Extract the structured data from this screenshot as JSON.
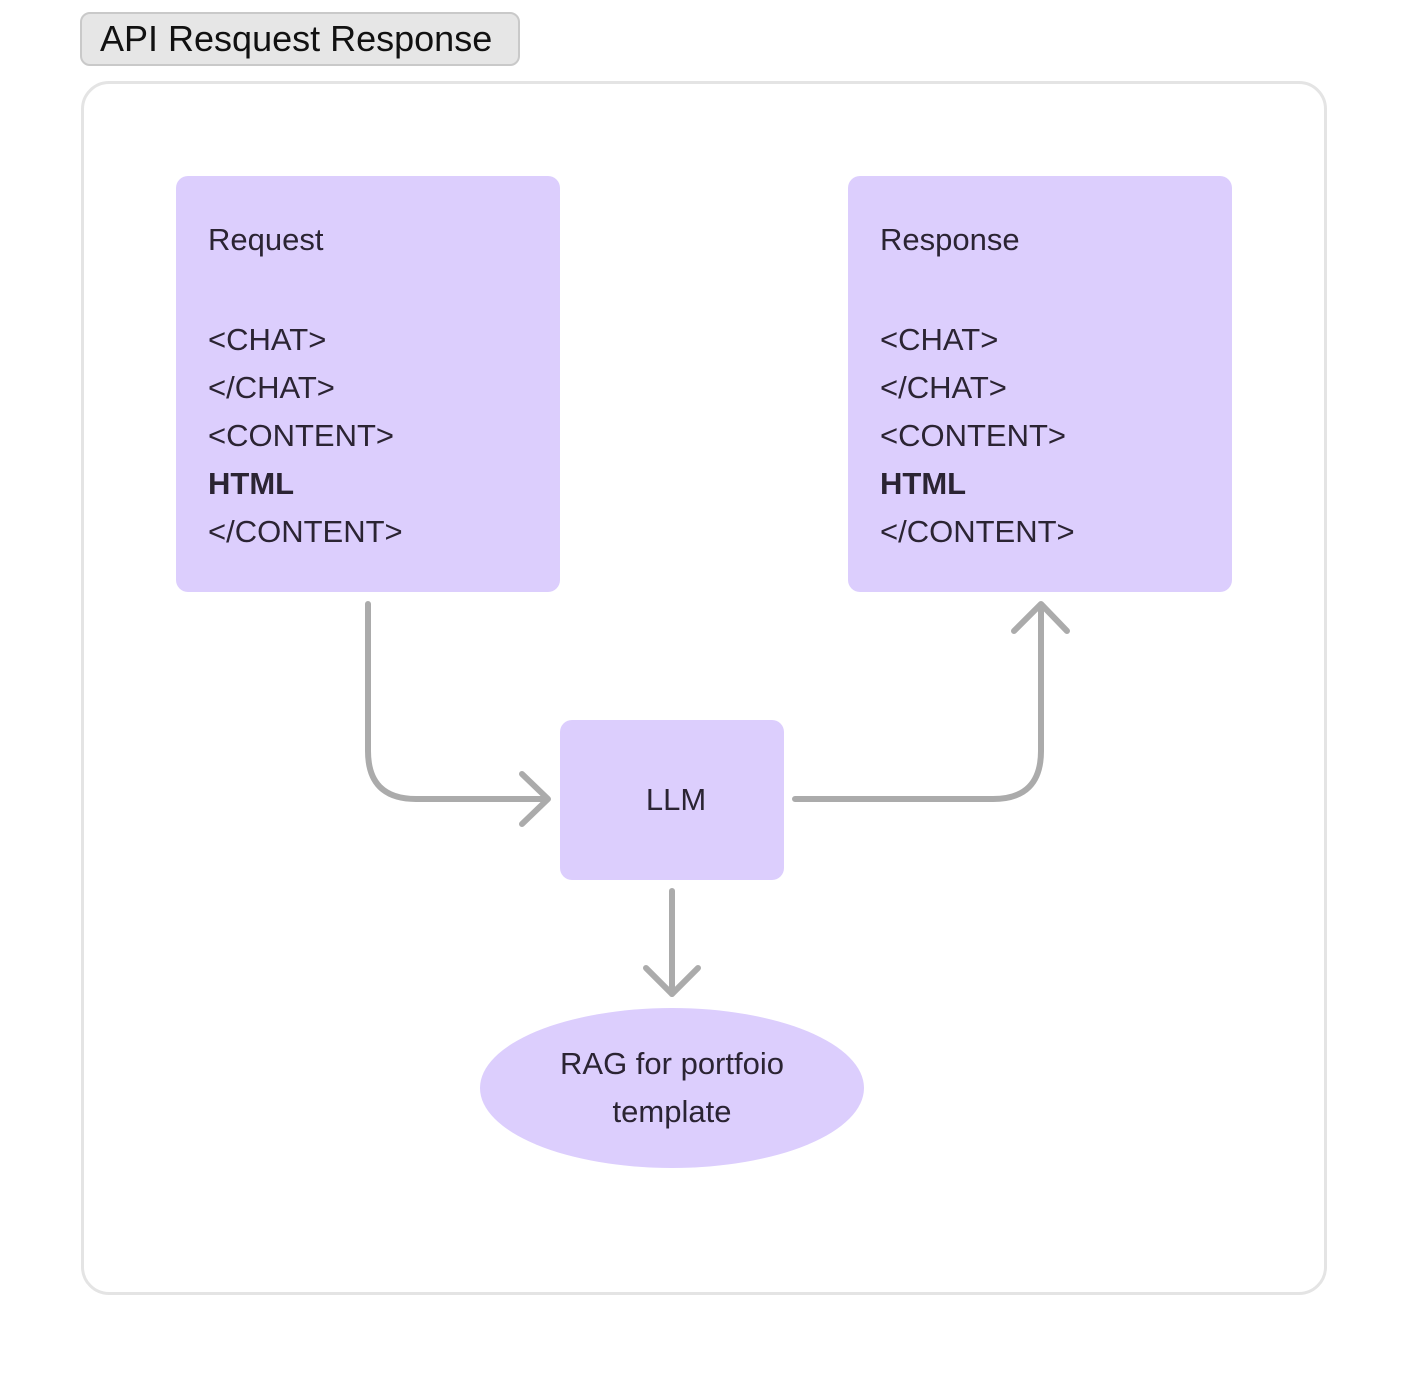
{
  "frame": {
    "title": "API Resquest Response"
  },
  "nodes": {
    "request": {
      "heading": "Request",
      "lines": [
        "<CHAT>",
        "</CHAT>",
        "<CONTENT>",
        "HTML",
        "</CONTENT>"
      ]
    },
    "response": {
      "heading": "Response",
      "lines": [
        "<CHAT>",
        "</CHAT>",
        "<CONTENT>",
        "HTML",
        "</CONTENT>"
      ]
    },
    "llm": {
      "label": "LLM"
    },
    "rag": {
      "line1": "RAG for portfoio",
      "line2": "template"
    }
  },
  "edges": [
    {
      "from": "request",
      "to": "llm"
    },
    {
      "from": "llm",
      "to": "response"
    },
    {
      "from": "llm",
      "to": "rag"
    }
  ],
  "colors": {
    "node_fill": "#dccefd",
    "connector": "#ababab",
    "frame_border": "#e4e4e4",
    "text": "#2b2433"
  }
}
